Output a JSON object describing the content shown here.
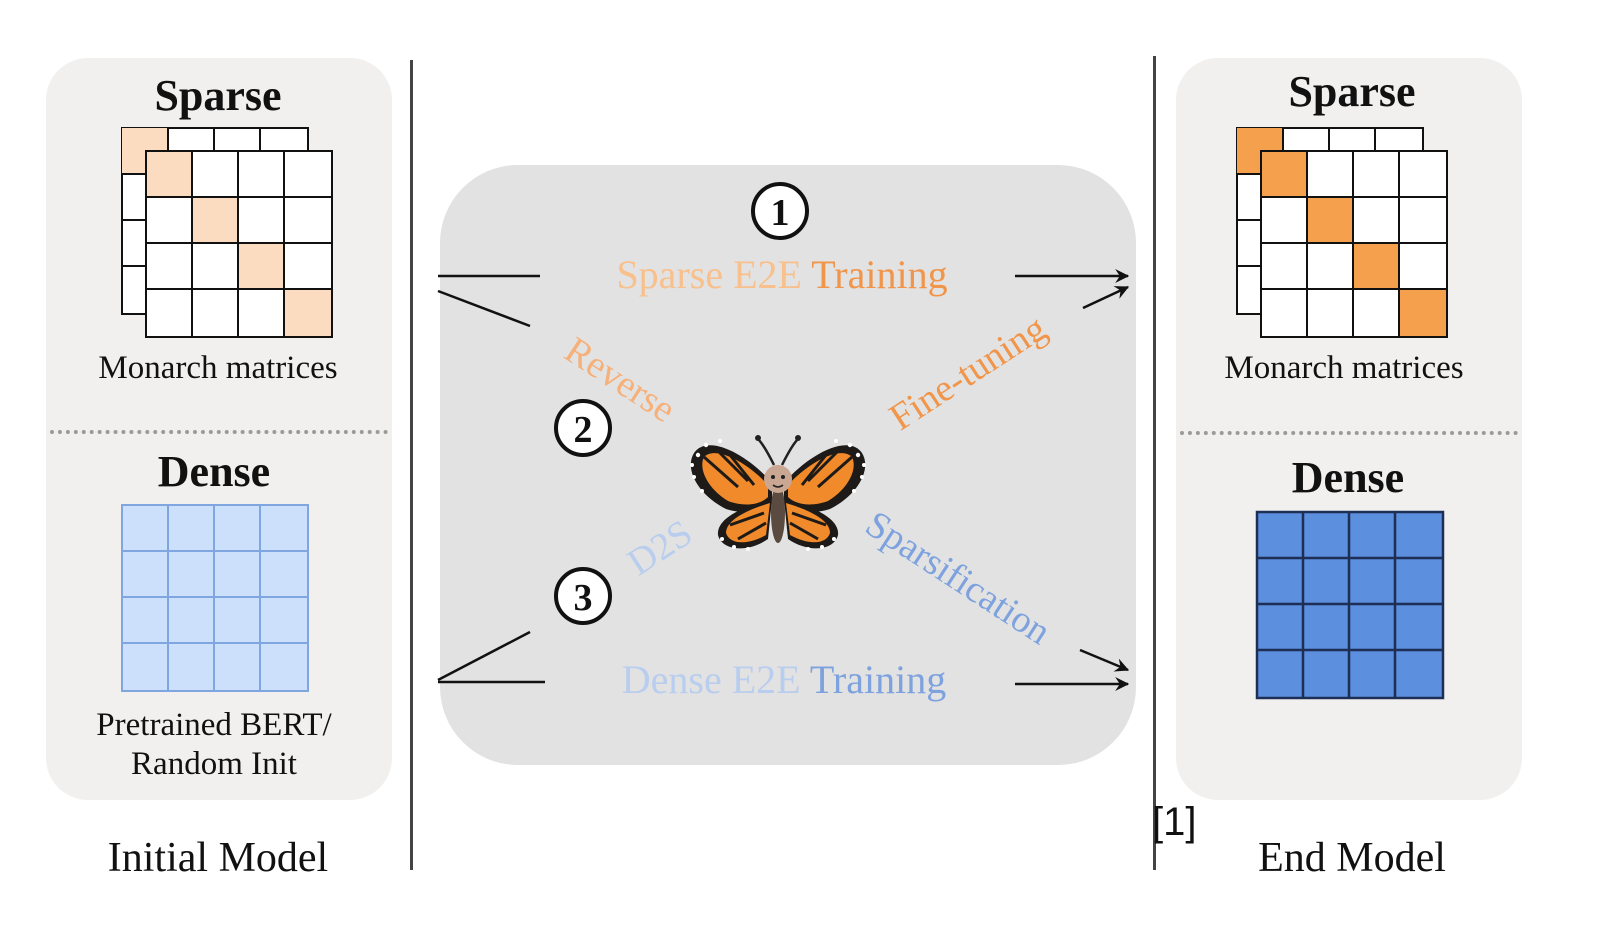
{
  "initial_model": {
    "sparse_heading": "Sparse",
    "sparse_caption": "Monarch matrices",
    "dense_heading": "Dense",
    "dense_caption_line1": "Pretrained BERT/",
    "dense_caption_line2": "Random Init",
    "label": "Initial Model"
  },
  "end_model": {
    "sparse_heading": "Sparse",
    "sparse_caption": "Monarch matrices",
    "dense_heading": "Dense",
    "label": "End Model"
  },
  "center": {
    "step1": "1",
    "step2": "2",
    "step3": "3",
    "sparse_e2e_a": "Sparse E2E ",
    "sparse_e2e_b": "Training",
    "dense_e2e_a": "Dense E2E ",
    "dense_e2e_b": "Training",
    "reverse": "Reverse",
    "fine_tuning": "Fine-tuning",
    "d2s": "D2S",
    "sparsification": "Sparsification"
  },
  "reference": "[1]",
  "colors": {
    "orange_light": "#fcdcc0",
    "orange": "#f5a04c",
    "orange_text_light": "#f8c08c",
    "blue_light": "#cde0fb",
    "blue": "#5c8fde",
    "blue_text_light": "#b9cdee",
    "panel": "#f1f0ef",
    "center_panel": "#e2e2e2"
  },
  "icons": {
    "butterfly": "butterfly-icon"
  }
}
